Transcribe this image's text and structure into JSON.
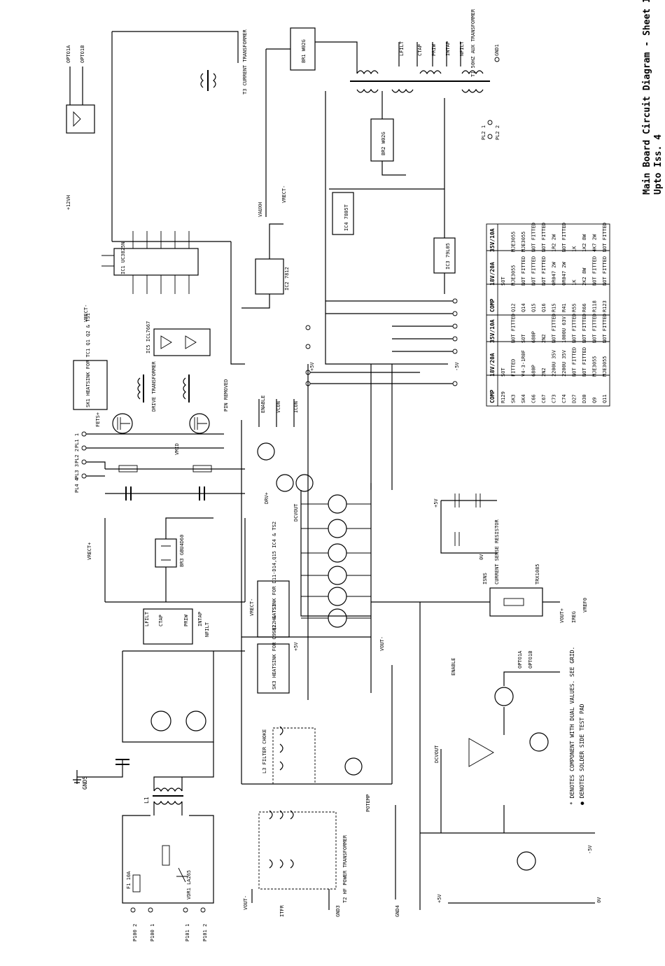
{
  "title": {
    "line1": "Main Board Circuit Diagram - Sheet 1",
    "line2": "Upto Iss. 4"
  },
  "notes": {
    "n1": "* DENOTES COMPONENT WITH DUAL VALUES. SEE GRID.",
    "n2": "● DENOTES SOLDER SIDE TEST PAD"
  },
  "table_left": {
    "headers": [
      "COMP",
      "18V/20A",
      "35V/10A"
    ],
    "rows": [
      [
        "R129",
        "SOT",
        ""
      ],
      [
        "SK3",
        "FITTED",
        "NOT FITTED"
      ],
      [
        "SK4",
        "V4-3-1R0F",
        "SOT"
      ],
      [
        "C66",
        "680P",
        "680P"
      ],
      [
        "C67",
        "2N2",
        "2N2"
      ],
      [
        "C73",
        "2200U 35V",
        "NOT FITTED"
      ],
      [
        "C74",
        "2200U 35V",
        "1000U 63V"
      ],
      [
        "D27",
        "NOT FITTED",
        "NOT FITTED"
      ],
      [
        "D30",
        "NOT FITTED",
        "NOT FITTED"
      ],
      [
        "Q9",
        "MJE3055",
        "NOT FITTED"
      ],
      [
        "Q11",
        "MJE3055",
        "NOT FITTED"
      ]
    ]
  },
  "table_right": {
    "headers": [
      "COMP",
      "18V/20A",
      "35V/10A"
    ],
    "rows": [
      [
        "",
        "SOT",
        ""
      ],
      [
        "Q12",
        "MJE3055",
        "MJE3055"
      ],
      [
        "Q14",
        "NOT FITTED",
        "MJE3055"
      ],
      [
        "Q15",
        "NOT FITTED",
        "NOT FITTED"
      ],
      [
        "Q16",
        "NOT FITTED",
        "NOT FITTED"
      ],
      [
        "R15",
        "0R047 2W",
        "1R2 2W"
      ],
      [
        "R41",
        "0R047 2W",
        "NOT FITTED"
      ],
      [
        "R55",
        "1K",
        "1K"
      ],
      [
        "R66",
        "2K2 8W",
        "1K2 8W"
      ],
      [
        "R118",
        "NOT FITTED",
        "4K7 2W"
      ],
      [
        "R123",
        "NOT FITTED",
        "NOT FITTED"
      ]
    ]
  },
  "components": {
    "ic1": "IC1 UC3825N",
    "ic2": "IC2 7812",
    "ic3": "IC3 79L05",
    "ic4": "IC4 7805T",
    "ic5": "IC5 ICL7667",
    "t1": "T1 50HZ AUX TRANSFORMER",
    "t2": "T2 HF POWER TRANSFORMER",
    "t3": "T3 CURRENT TRANSFORMER",
    "drive_t": "DRIVE TRANSFORMER",
    "l1": "L1",
    "l3": "L3 FILTER CHOKE",
    "br1": "BR1 W02G",
    "br2": "BR2 W02G",
    "br3": "BR3 GBU4D60",
    "sk1": "SK1 HEATSINK FOR TC1 Q1 Q2 & TS1",
    "sk2": "SK2 HEATSINK FOR D11-D14,Q15 IC4 & TS2",
    "sk3": "SK3 HEATSINK FOR Q9-Q12 & TS3",
    "shunt": "CURRENT SENSE RESISTOR",
    "shunt_val": "TRX1085",
    "fuse": "F1 10A",
    "vdr": "VDR1 LA265"
  },
  "nets": {
    "vrect_plus": "VRECT+",
    "vrect_minus": "VRECT-",
    "vaux": "VAUXH",
    "vout_plus": "VOUT+",
    "vout_minus": "VOUT-",
    "gnd5": "GND5",
    "gnd3": "GND3",
    "gnd1": "GND1",
    "gnd4": "GND4",
    "enable": "ENABLE",
    "opto1a": "OPTO1A",
    "opto1b": "OPTO1B",
    "lfilt": "LFILT",
    "ctap": "CTAP",
    "priw": "PRIW",
    "intap": "INTAP",
    "nfilt": "NFILT",
    "dcvout": "DCVOUT",
    "isns": "ISNS",
    "pwm_v": "VCON",
    "icon": "ICON",
    "drv": "DRV+",
    "fets": "FETS+",
    "vmid": "VMID",
    "plus5v": "+5V",
    "minus5v": "-5V",
    "plus12vh": "+12VH",
    "pl1": "PL1 1",
    "pl2": "PL2 2",
    "pl3": "PL3 3",
    "pl4": "PL4 4",
    "pl100_1": "P100 1",
    "pl100_2": "P100 2",
    "pl101_1": "P101 1",
    "pl101_2": "P101 2",
    "pl12_1": "PL2 1",
    "pl12_2": "PL2 2",
    "zero_v": "0V",
    "vref0": "VREF0",
    "ibreg": "IREG",
    "potemp": "POTEMP",
    "pin_removed": "PIN REMOVED",
    "dr_itfr": "ITFR"
  }
}
